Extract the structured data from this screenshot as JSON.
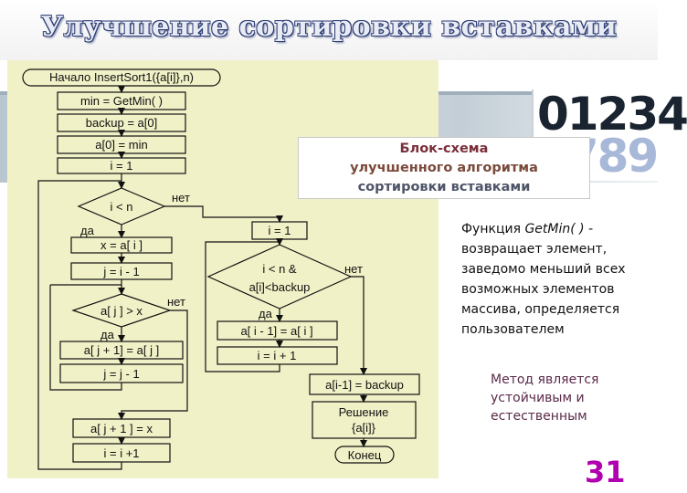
{
  "slide": {
    "title": "Улучшение сортировки вставками",
    "digit_rows": [
      "01234",
      "6789"
    ],
    "caption_lines": [
      "Блок-схема",
      "улучшенного алгоритма",
      "сортировки вставками"
    ],
    "function_desc_prefix": "Функция ",
    "function_name": "GetMin( )",
    "function_desc_rest": " - возвращает элемент, заведомо меньший всех возможных элементов массива, определяется пользователем",
    "method_note": "Метод является устойчивым и естественным",
    "page_number": "31",
    "colors": {
      "title_fill": "#e9ecf5",
      "title_outline": "#2b3b73",
      "diagram_bg": "#f1f1c8",
      "page_number": "#b000b0"
    }
  },
  "flowchart": {
    "start": "Начало InsertSort1({a[i]},n)",
    "step_min": "min = GetMin( )",
    "step_backup": "backup = a[0]",
    "step_a0": "a[0] = min",
    "step_i1": "i = 1",
    "cond_i_lt_n": "i < n",
    "yes_1": "да",
    "no_1": "нет",
    "step_x": "x = a[ i ]",
    "step_j": "j = i - 1",
    "cond_aj_gt_x": "a[ j ] > x",
    "yes_2": "да",
    "no_2": "нет",
    "step_shift": "a[ j + 1] = a[ j ]",
    "step_jdec": "j = j - 1",
    "step_insert": "a[ j + 1 ] = x",
    "step_iinc": "i = i +1",
    "step_i1b": "i = 1",
    "cond_backup_line1": "i < n &",
    "cond_backup_line2": "a[i]<backup",
    "yes_3": "да",
    "no_3": "нет",
    "step_move": "a[ i - 1] = a[ i ]",
    "step_iinc2": "i = i + 1",
    "step_restore": "a[i-1] = backup",
    "result_line1": "Решение",
    "result_line2": "{a[i]}",
    "end": "Конец"
  }
}
